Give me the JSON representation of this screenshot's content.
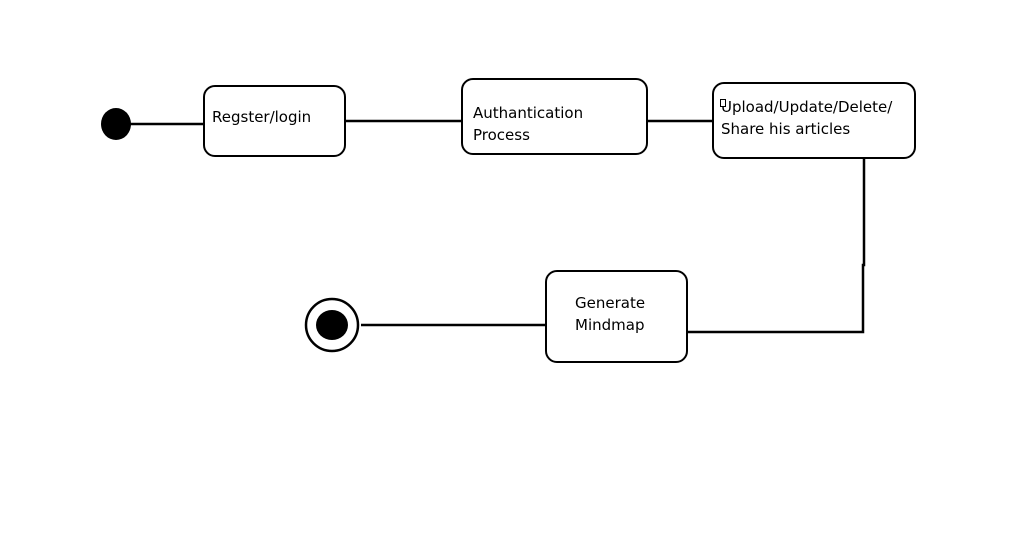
{
  "diagram": {
    "states": {
      "register": {
        "line1": "Regster/login"
      },
      "auth": {
        "line1": "Authantication",
        "line2": "Process"
      },
      "articles": {
        "line1": "Upload/Update/Delete/",
        "line2": "Share his articles"
      },
      "mindmap": {
        "line1": "Generate",
        "line2": "Mindmap"
      }
    },
    "colors": {
      "stroke": "#000000",
      "background": "#ffffff"
    }
  }
}
